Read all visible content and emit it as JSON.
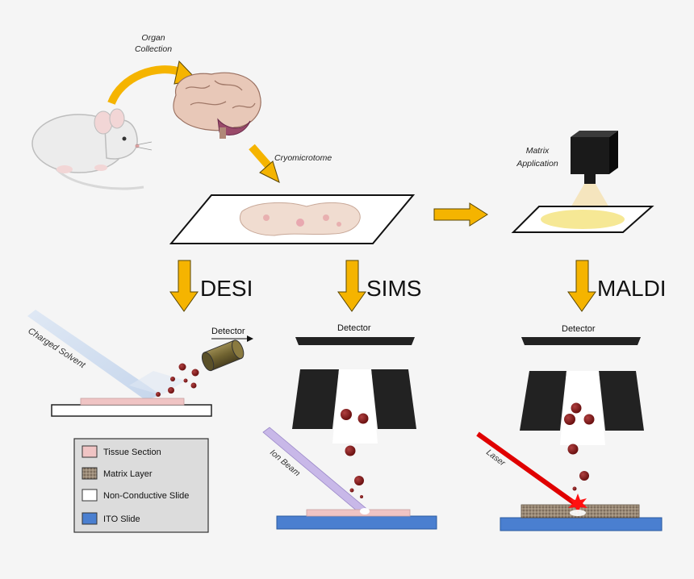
{
  "steps": {
    "organ_collection_line1": "Organ",
    "organ_collection_line2": "Collection",
    "cryomicrotome": "Cryomicrotome",
    "matrix_application_line1": "Matrix",
    "matrix_application_line2": "Application"
  },
  "methods": {
    "desi": "DESI",
    "sims": "SIMS",
    "maldi": "MALDI"
  },
  "labels": {
    "detector": "Detector",
    "charged_solvent": "Charged Solvent",
    "ion_beam": "Ion Beam",
    "laser": "Laser"
  },
  "legend": {
    "items": [
      {
        "label": "Tissue Section",
        "color": "#f0c4c4"
      },
      {
        "label": "Matrix Layer",
        "color": "#8a7a6a"
      },
      {
        "label": "Non-Conductive Slide",
        "color": "#ffffff"
      },
      {
        "label": "ITO Slide",
        "color": "#4a7fd0"
      }
    ]
  },
  "colors": {
    "arrow": "#f5b400",
    "droplet": "#7a1a1a",
    "detector_bar": "#222222",
    "ito": "#4a7fd0",
    "laser": "#e00000",
    "ion_beam": "#b9a8e0"
  }
}
